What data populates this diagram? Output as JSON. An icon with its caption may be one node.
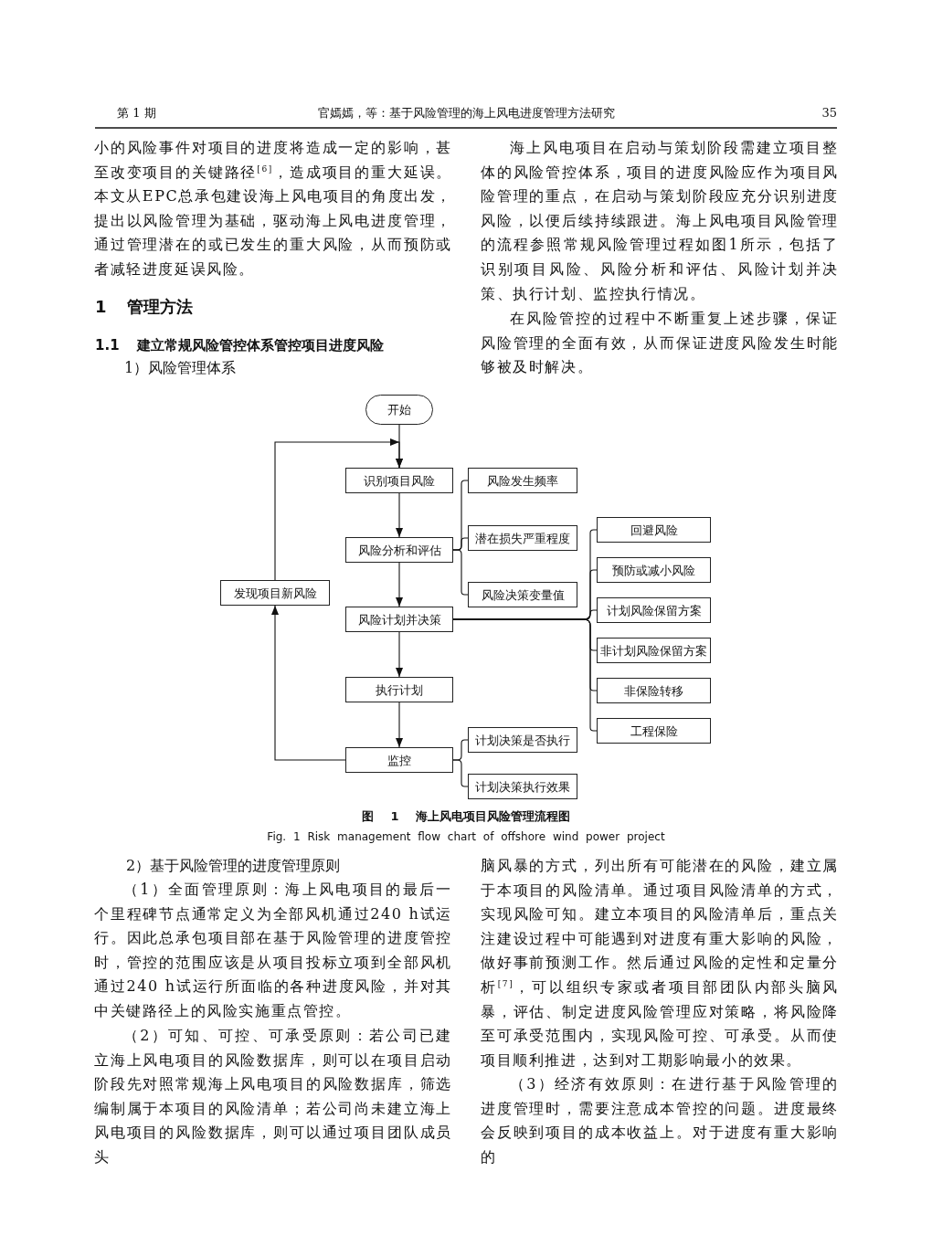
{
  "diagram": {
    "caption": "图 1 海上风电项目风险管理流程图",
    "nodes": [
      {
        "text": [
          "开始"
        ]
      },
      {
        "text": [
          "识别项目风险"
        ]
      },
      {
        "text": [
          "风险分析和评估"
        ]
      },
      {
        "text": [
          "风险计划并决策"
        ]
      },
      {
        "text": [
          "执行计划"
        ]
      },
      {
        "text": [
          "监控"
        ]
      },
      {
        "text": [
          "发现项目新风险"
        ]
      },
      {
        "text": [
          "风险发生频率"
        ]
      },
      {
        "text": [
          "潜在损失严重程度"
        ]
      },
      {
        "text": [
          "风险决策变量值"
        ]
      },
      {
        "text": [
          "回避风险"
        ]
      },
      {
        "text": [
          "预防或减小风险"
        ]
      },
      {
        "text": [
          "计划风险保留方案"
        ]
      },
      {
        "text": [
          "非计划风险保留方案"
        ]
      },
      {
        "text": [
          "非保险转移"
        ]
      },
      {
        "text": [
          "工程保险"
        ]
      },
      {
        "text": [
          "计划决策是否执行"
        ]
      },
      {
        "text": [
          "计划决策执行效果"
        ]
      }
    ],
    "edges": [
      {
        "from": 0,
        "to": 1,
        "arrow": "to"
      },
      {
        "from": 1,
        "to": 2,
        "arrow": "to"
      },
      {
        "from": 2,
        "to": 3,
        "arrow": "to"
      },
      {
        "from": 3,
        "to": 4,
        "arrow": "to"
      },
      {
        "from": 4,
        "to": 5,
        "arrow": "to"
      },
      {
        "from": 5,
        "to": 6,
        "arrow": "to"
      },
      {
        "from": 6,
        "to": 1,
        "arrow": "to"
      },
      {
        "from": 2,
        "to": 7,
        "arrow": "none"
      },
      {
        "from": 2,
        "to": 8,
        "arrow": "none"
      },
      {
        "from": 2,
        "to": 9,
        "arrow": "none"
      },
      {
        "from": 3,
        "to": 10,
        "arrow": "none"
      },
      {
        "from": 3,
        "to": 11,
        "arrow": "none"
      },
      {
        "from": 3,
        "to": 12,
        "arrow": "none"
      },
      {
        "from": 3,
        "to": 13,
        "arrow": "none"
      },
      {
        "from": 3,
        "to": 14,
        "arrow": "none"
      },
      {
        "from": 3,
        "to": 15,
        "arrow": "none"
      },
      {
        "from": 5,
        "to": 16,
        "arrow": "none"
      },
      {
        "from": 5,
        "to": 17,
        "arrow": "none"
      }
    ],
    "labels": [
      "第 1 期",
      "官嫣嫣，等：基于风险管理的海上风电进度管理方法研究",
      "35",
      "小的风险事件对项目的进度将造成一定的影响，甚至改变项目的关键路径$^{[6]}$，造成项目的重大延误。本文从EPC总承包建设海上风电项目的角度出发，提出以风险管理为基础，驱动海上风电进度管理，通过管理潜在的或已发生的重大风险，从而预防或者减轻进度延误风险。",
      "1 管理方法",
      "1.1 建立常规风险管控体系管控项目进度风险",
      "1）风险管理体系",
      "海上风电项目在启动与策划阶段需建立项目整体的风险管控体系，项目的进度风险应作为项目风险管理的重点，在启动与策划阶段应充分识别进度风险，以便后续持续跟进。海上风电项目风险管理的流程参照常规风险管理过程如图1所示，包括了识别项目风险、风险分析和评估、风险计划并决策、执行计划、监控执行情况。",
      "在风险管控的过程中不断重复上述步骤，保证风险管理的全面有效，从而保证进度风险发生时能够被及时解决。",
      "Fig. 1 Risk management flow chart of offshore wind power project",
      "2）基于风险管理的进度管理原则",
      "（1）全面管理原则：海上风电项目的最后一个里程碑节点通常定义为全部风机通过240 h试运行。因此总承包项目部在基于风险管理的进度管控时，管控的范围应该是从项目投标立项到全部风机通过240 h试运行所面临的各种进度风险，并对其中关键路径上的风险实施重点管控。",
      "（2）可知、可控、可承受原则：若公司已建立海上风电项目的风险数据库，则可以在项目启动阶段先对照常规海上风电项目的风险数据库，筛选编制属于本项目的风险清单；若公司尚未建立海上风电项目的风险数据库，则可以通过项目团队成员头",
      "脑风暴的方式，列出所有可能潜在的风险，建立属于本项目的风险清单。通过项目风险清单的方式，实现风险可知。建立本项目的风险清单后，重点关注建设过程中可能遇到对进度有重大影响的风险，做好事前预测工作。然后通过风险的定性和定量分析$^{[7]}$，可以组织专家或者项目部团队内部头脑风暴，评估、制定进度风险管理应对策略，将风险降至可承受范围内，实现风险可控、可承受。从而使项目顺利推进，达到对工期影响最小的效果。",
      "（3）经济有效原则：在进行基于风险管理的进度管理时，需要注意成本管控的问题。进度最终会反映到项目的成本收益上。对于进度有重大影响的"
    ]
  }
}
